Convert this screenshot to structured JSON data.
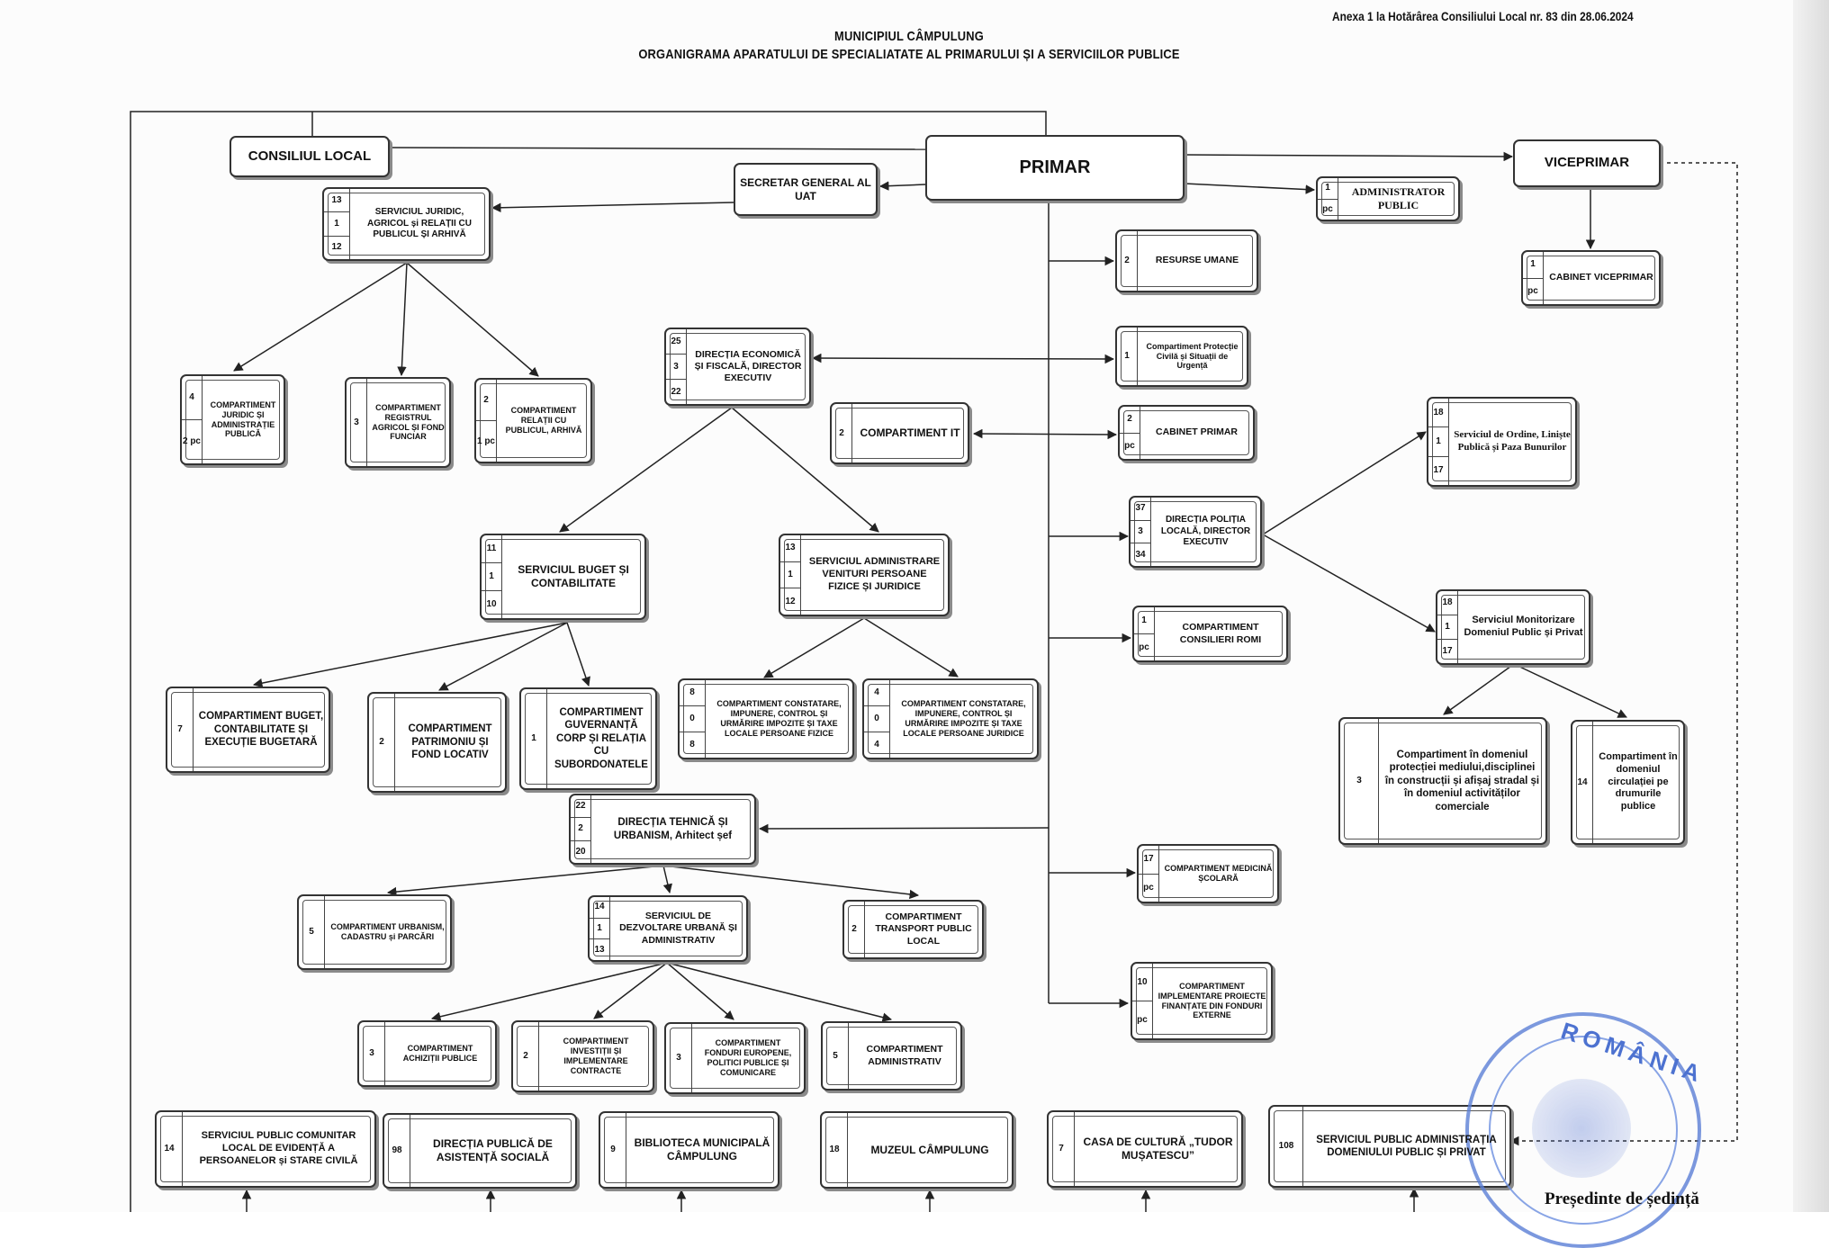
{
  "header": {
    "annex": "Anexa 1 la Hotărârea Consiliului Local nr. 83 din 28.06.2024",
    "municipality": "MUNICIPIUL CÂMPULUNG",
    "title": "ORGANIGRAMA APARATULUI DE SPECIALIATATE AL PRIMARULUI ȘI A SERVICIILOR PUBLICE"
  },
  "units": {
    "consiliul_local": {
      "label": "CONSILIUL LOCAL"
    },
    "primar": {
      "label": "PRIMAR"
    },
    "viceprimar": {
      "label": "VICEPRIMAR"
    },
    "secretar": {
      "label": "SECRETAR GENERAL AL UAT"
    },
    "administrator": {
      "label": "ADMINISTRATOR PUBLIC",
      "nums": [
        "1",
        "pc"
      ]
    },
    "cabinet_viceprimar": {
      "label": "CABINET VICEPRIMAR",
      "nums": [
        "1",
        "pc"
      ]
    },
    "serv_juridic": {
      "label": "SERVICIUL JURIDIC, AGRICOL și RELAȚII CU PUBLICUL ȘI ARHIVĂ",
      "nums": [
        "13",
        "1",
        "12"
      ]
    },
    "comp_juridic": {
      "label": "COMPARTIMENT JURIDIC ȘI ADMINISTRAȚIE PUBLICĂ",
      "nums": [
        "4",
        "2 pc"
      ]
    },
    "comp_registrul": {
      "label": "COMPARTIMENT REGISTRUL AGRICOL ȘI FOND FUNCIAR",
      "nums": [
        "3"
      ]
    },
    "comp_relatii": {
      "label": "COMPARTIMENT RELAȚII CU PUBLICUL, ARHIVĂ",
      "nums": [
        "2",
        "1 pc"
      ]
    },
    "resurse_umane": {
      "label": "RESURSE UMANE",
      "nums": [
        "2"
      ]
    },
    "protectie_civila": {
      "label": "Compartiment Protecție Civilă și Situații de Urgență",
      "nums": [
        "1"
      ]
    },
    "cabinet_primar": {
      "label": "CABINET PRIMAR",
      "nums": [
        "2",
        "pc"
      ]
    },
    "dir_economica": {
      "label": "DIRECȚIA ECONOMICĂ ȘI FISCALĂ, DIRECTOR EXECUTIV",
      "nums": [
        "25",
        "3",
        "22"
      ]
    },
    "comp_it": {
      "label": "COMPARTIMENT IT",
      "nums": [
        "2"
      ]
    },
    "serv_ordine": {
      "label": "Serviciul de Ordine, Liniște Publică și Paza Bunurilor",
      "nums": [
        "18",
        "1",
        "17"
      ]
    },
    "politia_locala": {
      "label": "DIRECȚIA POLIȚIA LOCALĂ, DIRECTOR EXECUTIV",
      "nums": [
        "37",
        "3",
        "34"
      ]
    },
    "serv_buget": {
      "label": "SERVICIUL BUGET ȘI CONTABILITATE",
      "nums": [
        "11",
        "1",
        "10"
      ]
    },
    "serv_venituri": {
      "label": "SERVICIUL ADMINISTRARE VENITURI PERSOANE FIZICE ȘI JURIDICE",
      "nums": [
        "13",
        "1",
        "12"
      ]
    },
    "consilieri_romi": {
      "label": "COMPARTIMENT CONSILIERI ROMI",
      "nums": [
        "1",
        "pc"
      ]
    },
    "serv_monitorizare": {
      "label": "Serviciul Monitorizare Domeniul Public și Privat",
      "nums": [
        "18",
        "1",
        "17"
      ]
    },
    "comp_buget": {
      "label": "COMPARTIMENT BUGET, CONTABILITATE ȘI EXECUȚIE BUGETARĂ",
      "nums": [
        "7"
      ]
    },
    "comp_patrimoniu": {
      "label": "COMPARTIMENT PATRIMONIU ȘI FOND LOCATIV",
      "nums": [
        "2"
      ]
    },
    "comp_guvernanta": {
      "label": "COMPARTIMENT GUVERNANȚĂ CORP ȘI RELAȚIA CU SUBORDONATELE",
      "nums": [
        "1"
      ]
    },
    "comp_constatare_pf": {
      "label": "COMPARTIMENT CONSTATARE, IMPUNERE, CONTROL ȘI URMĂRIRE IMPOZITE ȘI TAXE LOCALE PERSOANE FIZICE",
      "nums": [
        "8",
        "0",
        "8"
      ]
    },
    "comp_constatare_pj": {
      "label": "COMPARTIMENT CONSTATARE, IMPUNERE, CONTROL ȘI URMĂRIRE IMPOZITE ȘI TAXE LOCALE PERSOANE JURIDICE",
      "nums": [
        "4",
        "0",
        "4"
      ]
    },
    "comp_mediu": {
      "label": "Compartiment în domeniul protecției mediului,disciplinei în construcții și afișaj stradal și în domeniul activităților comerciale",
      "nums": [
        "3"
      ]
    },
    "comp_circulatie": {
      "label": "Compartiment în domeniul circulației pe drumurile publice",
      "nums": [
        "14"
      ]
    },
    "dir_tehnica": {
      "label": "DIRECȚIA TEHNICĂ ȘI URBANISM, Arhitect șef",
      "nums": [
        "22",
        "2",
        "20"
      ]
    },
    "comp_urbanism": {
      "label": "COMPARTIMENT URBANISM, CADASTRU și PARCĂRI",
      "nums": [
        "5"
      ]
    },
    "serv_dezvoltare": {
      "label": "SERVICIUL DE DEZVOLTARE URBANĂ ȘI ADMINISTRATIV",
      "nums": [
        "14",
        "1",
        "13"
      ]
    },
    "comp_transport": {
      "label": "COMPARTIMENT TRANSPORT PUBLIC LOCAL",
      "nums": [
        "2"
      ]
    },
    "medicina_scolara": {
      "label": "COMPARTIMENT MEDICINĂ ȘCOLARĂ",
      "nums": [
        "17",
        "pc"
      ]
    },
    "comp_proiecte": {
      "label": "COMPARTIMENT IMPLEMENTARE PROIECTE FINANȚATE DIN FONDURI EXTERNE",
      "nums": [
        "10",
        "pc"
      ]
    },
    "comp_achizitii": {
      "label": "COMPARTIMENT ACHIZIȚII PUBLICE",
      "nums": [
        "3"
      ]
    },
    "comp_investitii": {
      "label": "COMPARTIMENT INVESTIȚII ȘI IMPLEMENTARE CONTRACTE",
      "nums": [
        "2"
      ]
    },
    "comp_fonduri": {
      "label": "COMPARTIMENT FONDURI EUROPENE, POLITICI PUBLICE ȘI COMUNICARE",
      "nums": [
        "3"
      ]
    },
    "comp_administrativ": {
      "label": "COMPARTIMENT ADMINISTRATIV",
      "nums": [
        "5"
      ]
    },
    "spclep": {
      "label": "SERVICIUL PUBLIC COMUNITAR LOCAL DE EVIDENȚĂ A PERSOANELOR și STARE CIVILĂ",
      "nums": [
        "14"
      ]
    },
    "dir_asistenta": {
      "label": "DIRECȚIA PUBLICĂ DE ASISTENȚĂ SOCIALĂ",
      "nums": [
        "98"
      ]
    },
    "biblioteca": {
      "label": "BIBLIOTECA MUNICIPALĂ CÂMPULUNG",
      "nums": [
        "9"
      ]
    },
    "muzeu": {
      "label": "MUZEUL CÂMPULUNG",
      "nums": [
        "18"
      ]
    },
    "casa_cultura": {
      "label": "CASA DE CULTURĂ „TUDOR MUȘATESCU”",
      "nums": [
        "7"
      ]
    },
    "serv_domeniu": {
      "label": "SERVICIUL PUBLIC ADMINISTRAȚIA DOMENIULUI PUBLIC ȘI PRIVAT",
      "nums": [
        "108"
      ]
    }
  },
  "stamp": {
    "text": "ROMÂNIA"
  },
  "signature": {
    "label": "Președinte de ședință"
  },
  "colors": {
    "stamp": "#4d72d0",
    "border": "#333333"
  }
}
